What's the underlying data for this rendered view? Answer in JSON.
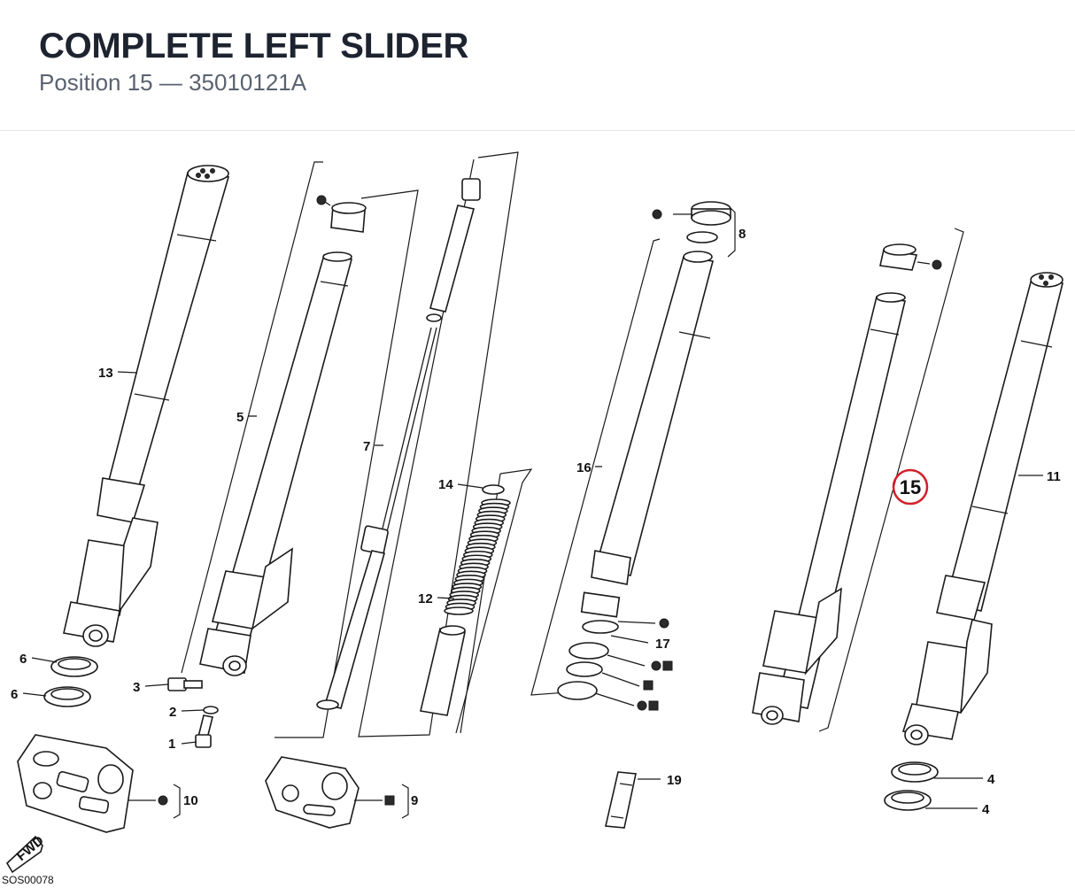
{
  "header": {
    "title": "COMPLETE LEFT SLIDER",
    "subtitle": "Position 15 — 35010121A"
  },
  "diagram_code": "SOS00078",
  "fwd_badge": "FWD",
  "highlight": {
    "label": "15",
    "color": "#d0202a"
  },
  "callouts": {
    "c1": "1",
    "c2": "2",
    "c3": "3",
    "c4a": "4",
    "c4b": "4",
    "c5": "5",
    "c6a": "6",
    "c6b": "6",
    "c7": "7",
    "c8": "8",
    "c9": "9",
    "c10": "10",
    "c11": "11",
    "c12": "12",
    "c13": "13",
    "c14": "14",
    "c16": "16",
    "c17": "17",
    "c19": "19"
  }
}
